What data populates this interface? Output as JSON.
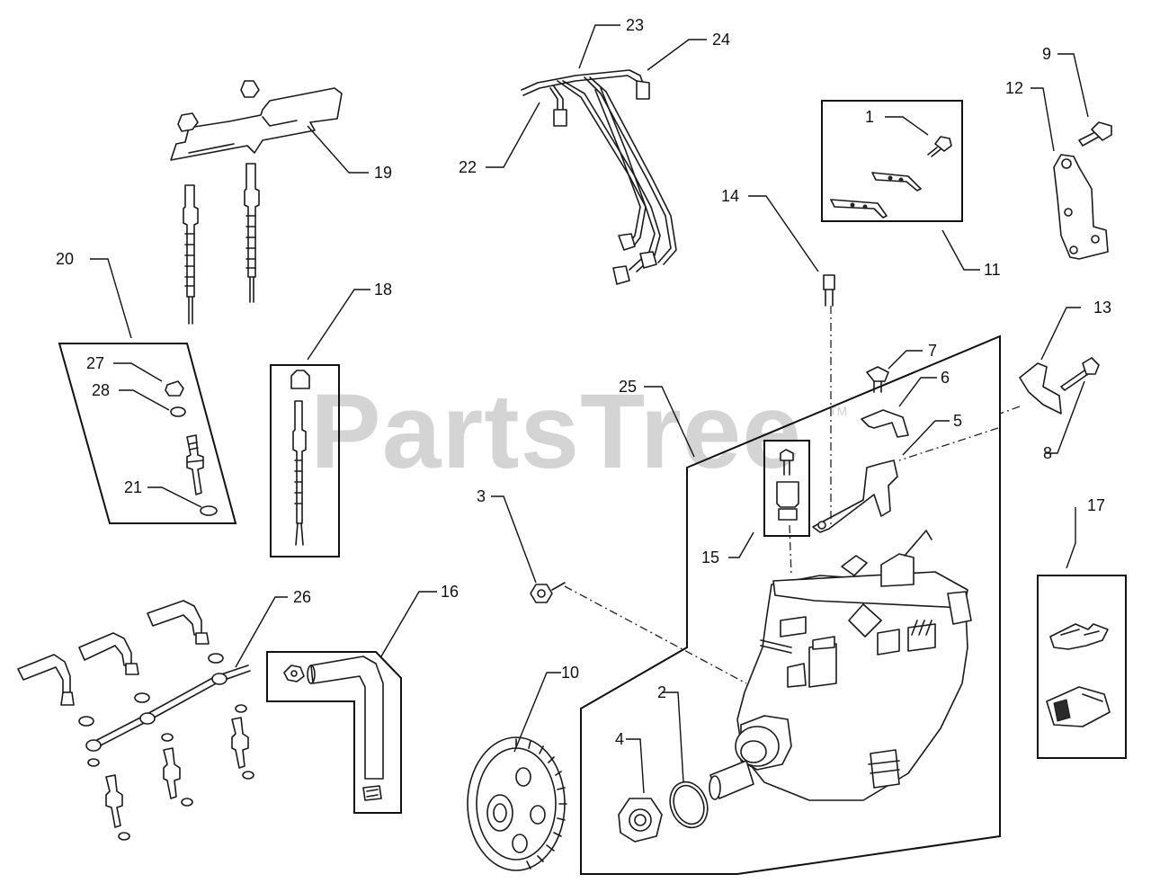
{
  "watermark": {
    "text": "PartsTree",
    "trademark": "TM"
  },
  "callouts": [
    {
      "id": "c1",
      "label": "1"
    },
    {
      "id": "c2",
      "label": "2"
    },
    {
      "id": "c3",
      "label": "3"
    },
    {
      "id": "c4",
      "label": "4"
    },
    {
      "id": "c5",
      "label": "5"
    },
    {
      "id": "c6",
      "label": "6"
    },
    {
      "id": "c7",
      "label": "7"
    },
    {
      "id": "c8",
      "label": "8"
    },
    {
      "id": "c9",
      "label": "9"
    },
    {
      "id": "c10",
      "label": "10"
    },
    {
      "id": "c11",
      "label": "11"
    },
    {
      "id": "c12",
      "label": "12"
    },
    {
      "id": "c13",
      "label": "13"
    },
    {
      "id": "c14",
      "label": "14"
    },
    {
      "id": "c15",
      "label": "15"
    },
    {
      "id": "c16",
      "label": "16"
    },
    {
      "id": "c17",
      "label": "17"
    },
    {
      "id": "c18",
      "label": "18"
    },
    {
      "id": "c19",
      "label": "19"
    },
    {
      "id": "c20",
      "label": "20"
    },
    {
      "id": "c21",
      "label": "21"
    },
    {
      "id": "c22",
      "label": "22"
    },
    {
      "id": "c23",
      "label": "23"
    },
    {
      "id": "c24",
      "label": "24"
    },
    {
      "id": "c25",
      "label": "25"
    },
    {
      "id": "c26",
      "label": "26"
    },
    {
      "id": "c27",
      "label": "27"
    },
    {
      "id": "c28",
      "label": "28"
    }
  ]
}
